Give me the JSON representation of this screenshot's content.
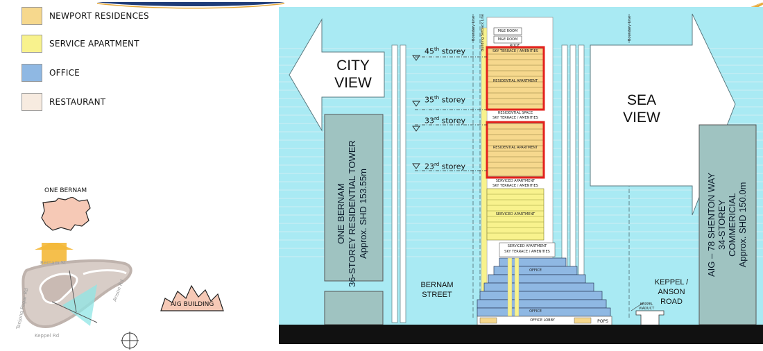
{
  "legend": [
    {
      "label": "NEWPORT RESIDENCES",
      "color": "#f6d88d"
    },
    {
      "label": "SERVICE APARTMENT",
      "color": "#f8f28d"
    },
    {
      "label": "OFFICE",
      "color": "#8fb8e3"
    },
    {
      "label": "RESTAURANT",
      "color": "#f7ebe0"
    }
  ],
  "site_plan": {
    "one_bernam_label": "ONE BERNAM",
    "aig_building_label": "AIG BUILDING",
    "roads": [
      "Tanjong Pagar Rd",
      "Bernam St",
      "Anson Rd",
      "Keppel Rd"
    ]
  },
  "section": {
    "city_view": [
      "CITY",
      "VIEW"
    ],
    "sea_view": [
      "SEA",
      "VIEW"
    ],
    "bernam_street": [
      "BERNAM",
      "STREET"
    ],
    "keppel_anson": [
      "KEPPEL /",
      "ANSON",
      "ROAD"
    ],
    "one_bernam_tower": [
      "ONE BERNAM",
      "36-STOREY RESIDENTIAL TOWER",
      "Approx. SHD 153.55m"
    ],
    "aig_tower": [
      "AIG – 78  SHENTON WAY",
      "34-STOREY",
      "COMMERICIAL",
      "Approx. SHD 150.0m"
    ],
    "storeys": [
      {
        "num": "45",
        "suffix": "th",
        "word": "storey"
      },
      {
        "num": "35",
        "suffix": "th",
        "word": "storey"
      },
      {
        "num": "33",
        "suffix": "rd",
        "word": "storey"
      },
      {
        "num": "23",
        "suffix": "rd",
        "word": "storey"
      }
    ],
    "labels": {
      "mande": "M&E ROOM",
      "roof": "ROOF",
      "sky_terrace_top": "SKY TERRACE / AMENITIES",
      "residential_apartment": "RESIDENTIAL APARTMENT",
      "residential_space": "RESIDENTIAL SPACE",
      "sky_terrace": "SKY TERRACE / AMENITIES",
      "serviced_apartment": "SERVICED APARTMENT",
      "office": "OFFICE",
      "office_lobby": "OFFICE LOBBY",
      "pops": "POPS",
      "keppel_viaduct": "KEPPEL VIADUCT",
      "boundary_line": "Boundary Line",
      "setback_line": "Building Setback Line"
    }
  },
  "colors": {
    "sky": "#a9eaf3",
    "ground": "#111111",
    "tower_grey": "#9fc3c1",
    "highlight": "#e3201b"
  }
}
